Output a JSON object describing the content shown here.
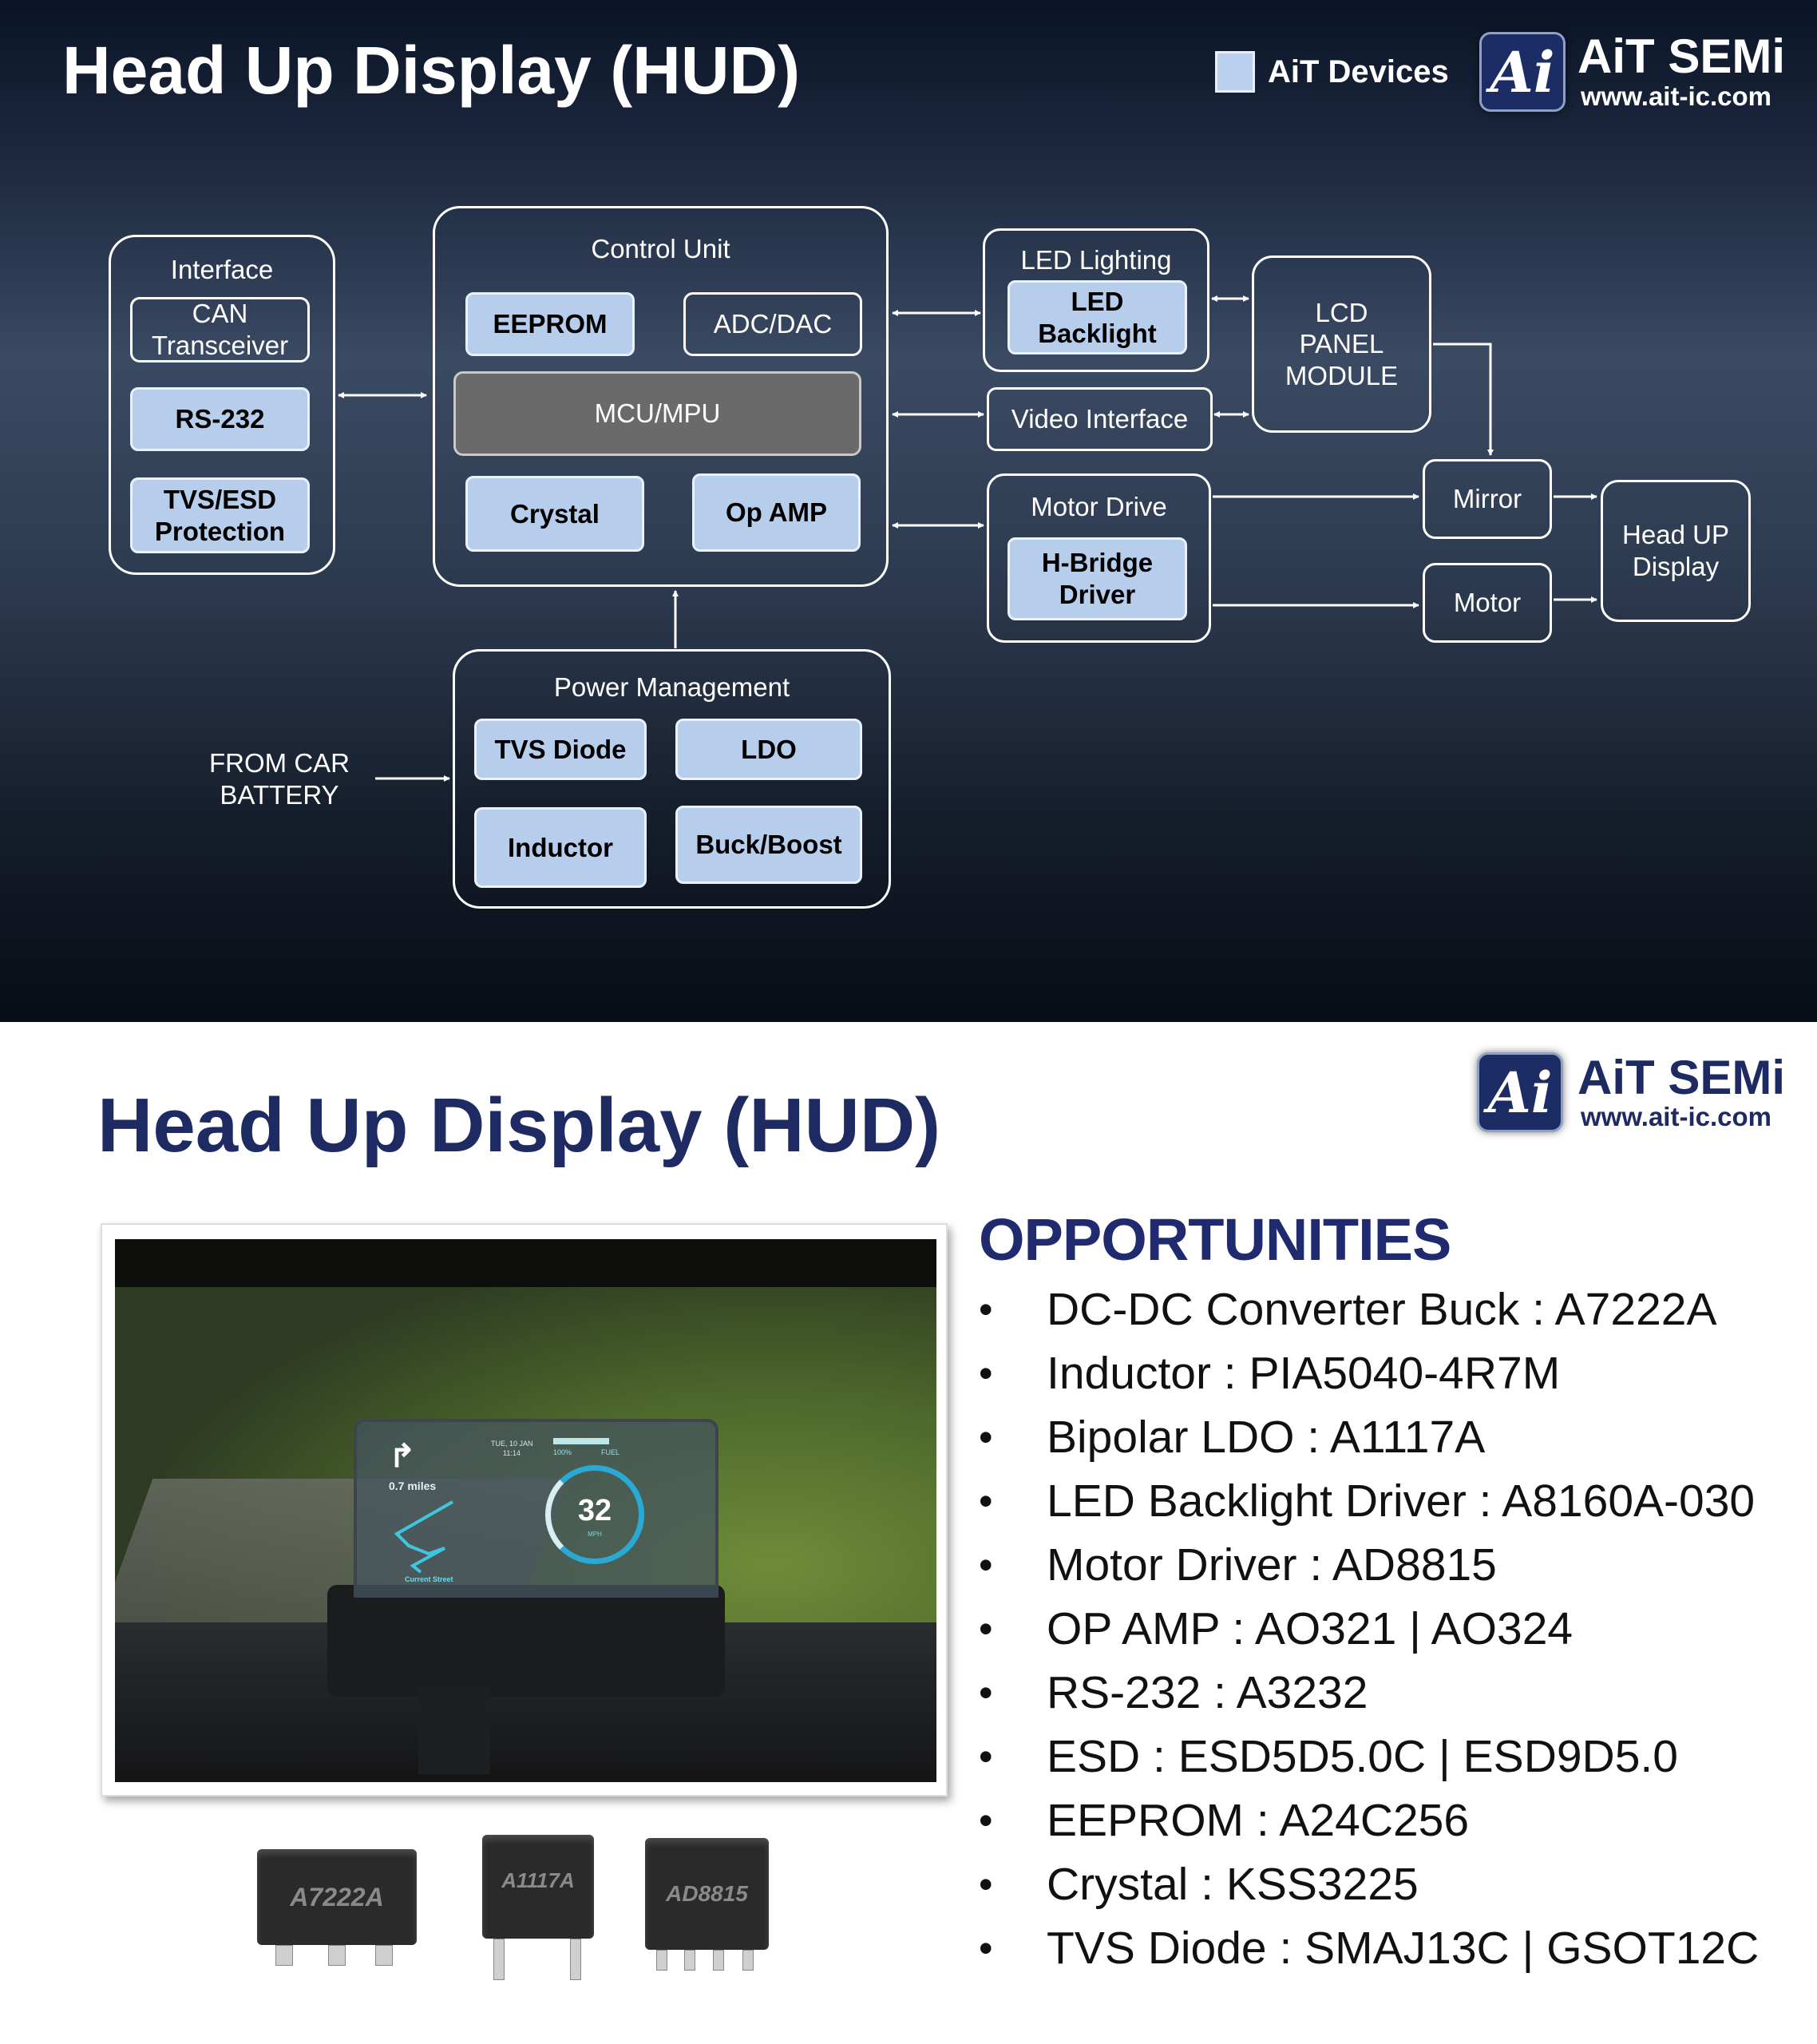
{
  "top": {
    "title": "Head Up Display (HUD)",
    "legend_label": "AiT Devices",
    "logo": {
      "mark": "Ai",
      "name": "AiT SEMi",
      "url": "www.ait-ic.com"
    }
  },
  "diagram": {
    "interface": {
      "label": "Interface",
      "can": "CAN Transceiver",
      "rs232": "RS-232",
      "tvs": "TVS/ESD Protection"
    },
    "control": {
      "label": "Control Unit",
      "eeprom": "EEPROM",
      "adc": "ADC/DAC",
      "mcu": "MCU/MPU",
      "crystal": "Crystal",
      "opamp": "Op AMP"
    },
    "led": {
      "label": "LED Lighting",
      "backlight": "LED Backlight"
    },
    "video": "Video Interface",
    "motor_drive": {
      "label": "Motor Drive",
      "hbridge": "H-Bridge Driver"
    },
    "lcd": "LCD PANEL MODULE",
    "mirror": "Mirror",
    "motor": "Motor",
    "hud": "Head UP Display",
    "power": {
      "label": "Power Management",
      "tvs": "TVS Diode",
      "ldo": "LDO",
      "inductor": "Inductor",
      "buck": "Buck/Boost"
    },
    "battery": "FROM CAR BATTERY"
  },
  "bottom": {
    "title": "Head Up Display (HUD)",
    "logo": {
      "mark": "Ai",
      "name": "AiT SEMi",
      "url": "www.ait-ic.com"
    },
    "photo": {
      "distance": "0.7 miles",
      "date": "TUE, 10 JAN",
      "time": "11:14",
      "fuel_pct": "100%",
      "fuel": "FUEL",
      "speed": "32",
      "unit": "MPH",
      "street": "Current Street"
    },
    "chips": [
      "A7222A",
      "A1117A",
      "AD8815"
    ],
    "opportunities_title": "OPPORTUNITIES",
    "opportunities": [
      "DC-DC Converter Buck : A7222A",
      "Inductor : PIA5040-4R7M",
      "Bipolar LDO : A1117A",
      "LED Backlight Driver : A8160A-030",
      "Motor Driver : AD8815",
      "OP AMP : AO321 | AO324",
      "RS-232 :  A3232",
      "ESD : ESD5D5.0C | ESD9D5.0",
      "EEPROM : A24C256",
      "Crystal : KSS3225",
      "TVS Diode :  SMAJ13C | GSOT12C"
    ],
    "bullet": "•"
  },
  "colors": {
    "device_fill": "#b6cdec",
    "title_navy": "#1e2a62"
  }
}
